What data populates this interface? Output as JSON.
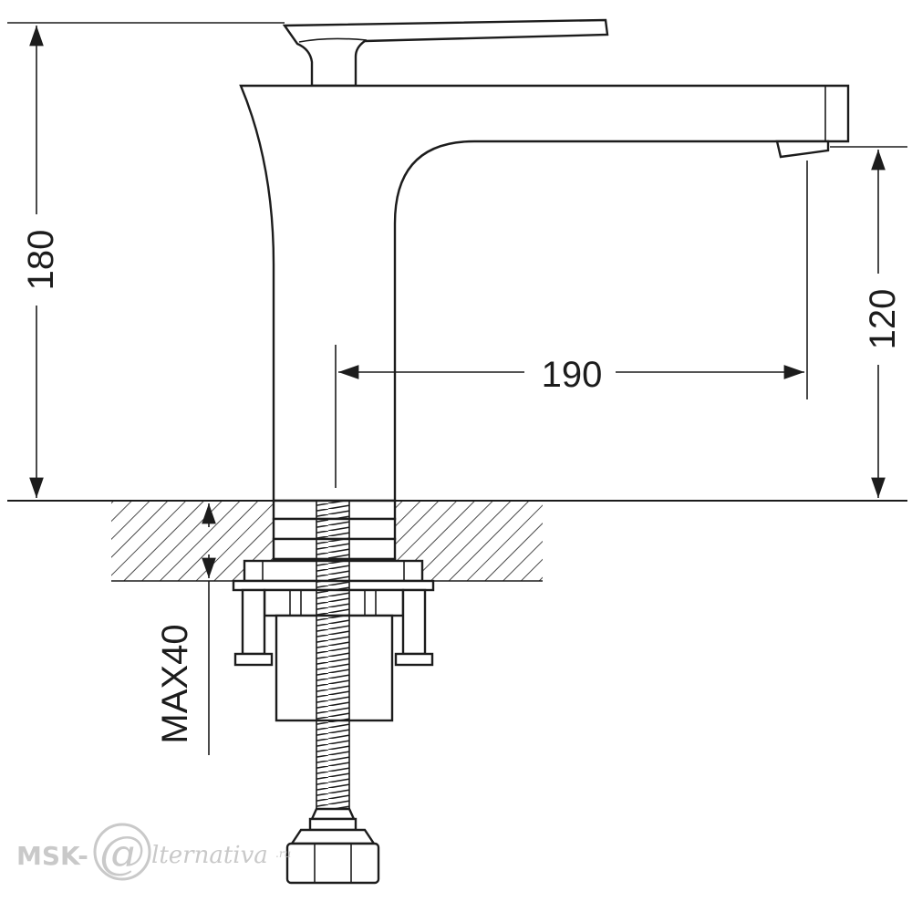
{
  "dimensions": {
    "total_height": "180",
    "spout_height": "120",
    "spout_reach": "190",
    "max_thickness": "MAX40"
  },
  "watermark": {
    "prefix": "MSK-",
    "at_symbol": "@",
    "suffix": "lternativa",
    "domain": ".ru"
  },
  "colors": {
    "line": "#1c1c1c",
    "watermark": "#c9c9c9"
  }
}
